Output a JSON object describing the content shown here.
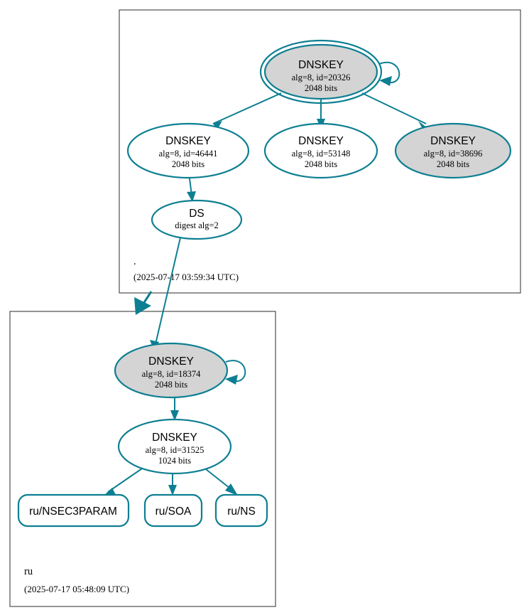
{
  "diagram": {
    "type": "dnssec-authentication-chain",
    "colors": {
      "accent": "#0d7f92",
      "secure_key_fill": "#d4d4d4",
      "plain_key_fill": "#ffffff",
      "cluster_border": "#4d4d4d",
      "background": "#ffffff"
    },
    "clusters": [
      {
        "id": "root-zone",
        "zone_label": ".",
        "timestamp": "(2025-07-17 03:59:34 UTC)",
        "nodes": [
          {
            "id": "root-ksk-20326",
            "kind": "DNSKEY",
            "title": "DNSKEY",
            "line2": "alg=8, id=20326",
            "line3": "2048 bits",
            "fill": "gray",
            "trust_anchor": true,
            "self_signed": true
          },
          {
            "id": "root-zsk-46441",
            "kind": "DNSKEY",
            "title": "DNSKEY",
            "line2": "alg=8, id=46441",
            "line3": "2048 bits",
            "fill": "white",
            "trust_anchor": false,
            "self_signed": false
          },
          {
            "id": "root-zsk-53148",
            "kind": "DNSKEY",
            "title": "DNSKEY",
            "line2": "alg=8, id=53148",
            "line3": "2048 bits",
            "fill": "white",
            "trust_anchor": false,
            "self_signed": false
          },
          {
            "id": "root-key-38696",
            "kind": "DNSKEY",
            "title": "DNSKEY",
            "line2": "alg=8, id=38696",
            "line3": "2048 bits",
            "fill": "gray",
            "trust_anchor": false,
            "self_signed": false
          },
          {
            "id": "root-ds",
            "kind": "DS",
            "title": "DS",
            "line2": "digest alg=2",
            "line3": "",
            "fill": "white",
            "trust_anchor": false,
            "self_signed": false
          }
        ]
      },
      {
        "id": "ru-zone",
        "zone_label": "ru",
        "timestamp": "(2025-07-17 05:48:09 UTC)",
        "nodes": [
          {
            "id": "ru-ksk-18374",
            "kind": "DNSKEY",
            "title": "DNSKEY",
            "line2": "alg=8, id=18374",
            "line3": "2048 bits",
            "fill": "gray",
            "trust_anchor": false,
            "self_signed": true
          },
          {
            "id": "ru-zsk-31525",
            "kind": "DNSKEY",
            "title": "DNSKEY",
            "line2": "alg=8, id=31525",
            "line3": "1024 bits",
            "fill": "white",
            "trust_anchor": false,
            "self_signed": false
          }
        ],
        "rrsets": [
          {
            "id": "ru-nsec3param",
            "label": "ru/NSEC3PARAM"
          },
          {
            "id": "ru-soa",
            "label": "ru/SOA"
          },
          {
            "id": "ru-ns",
            "label": "ru/NS"
          }
        ]
      }
    ],
    "edges": [
      {
        "from": "root-ksk-20326",
        "to": "root-ksk-20326",
        "style": "self-loop"
      },
      {
        "from": "root-ksk-20326",
        "to": "root-zsk-46441",
        "style": "solid"
      },
      {
        "from": "root-ksk-20326",
        "to": "root-zsk-53148",
        "style": "solid"
      },
      {
        "from": "root-ksk-20326",
        "to": "root-key-38696",
        "style": "solid"
      },
      {
        "from": "root-zsk-46441",
        "to": "root-ds",
        "style": "solid"
      },
      {
        "from": "root-ds",
        "to": "ru-ksk-18374",
        "style": "solid"
      },
      {
        "from": "root-zone",
        "to": "ru-zone",
        "style": "thick-delegation"
      },
      {
        "from": "ru-ksk-18374",
        "to": "ru-ksk-18374",
        "style": "self-loop"
      },
      {
        "from": "ru-ksk-18374",
        "to": "ru-zsk-31525",
        "style": "solid"
      },
      {
        "from": "ru-zsk-31525",
        "to": "ru-nsec3param",
        "style": "solid"
      },
      {
        "from": "ru-zsk-31525",
        "to": "ru-soa",
        "style": "solid"
      },
      {
        "from": "ru-zsk-31525",
        "to": "ru-ns",
        "style": "solid"
      }
    ]
  }
}
